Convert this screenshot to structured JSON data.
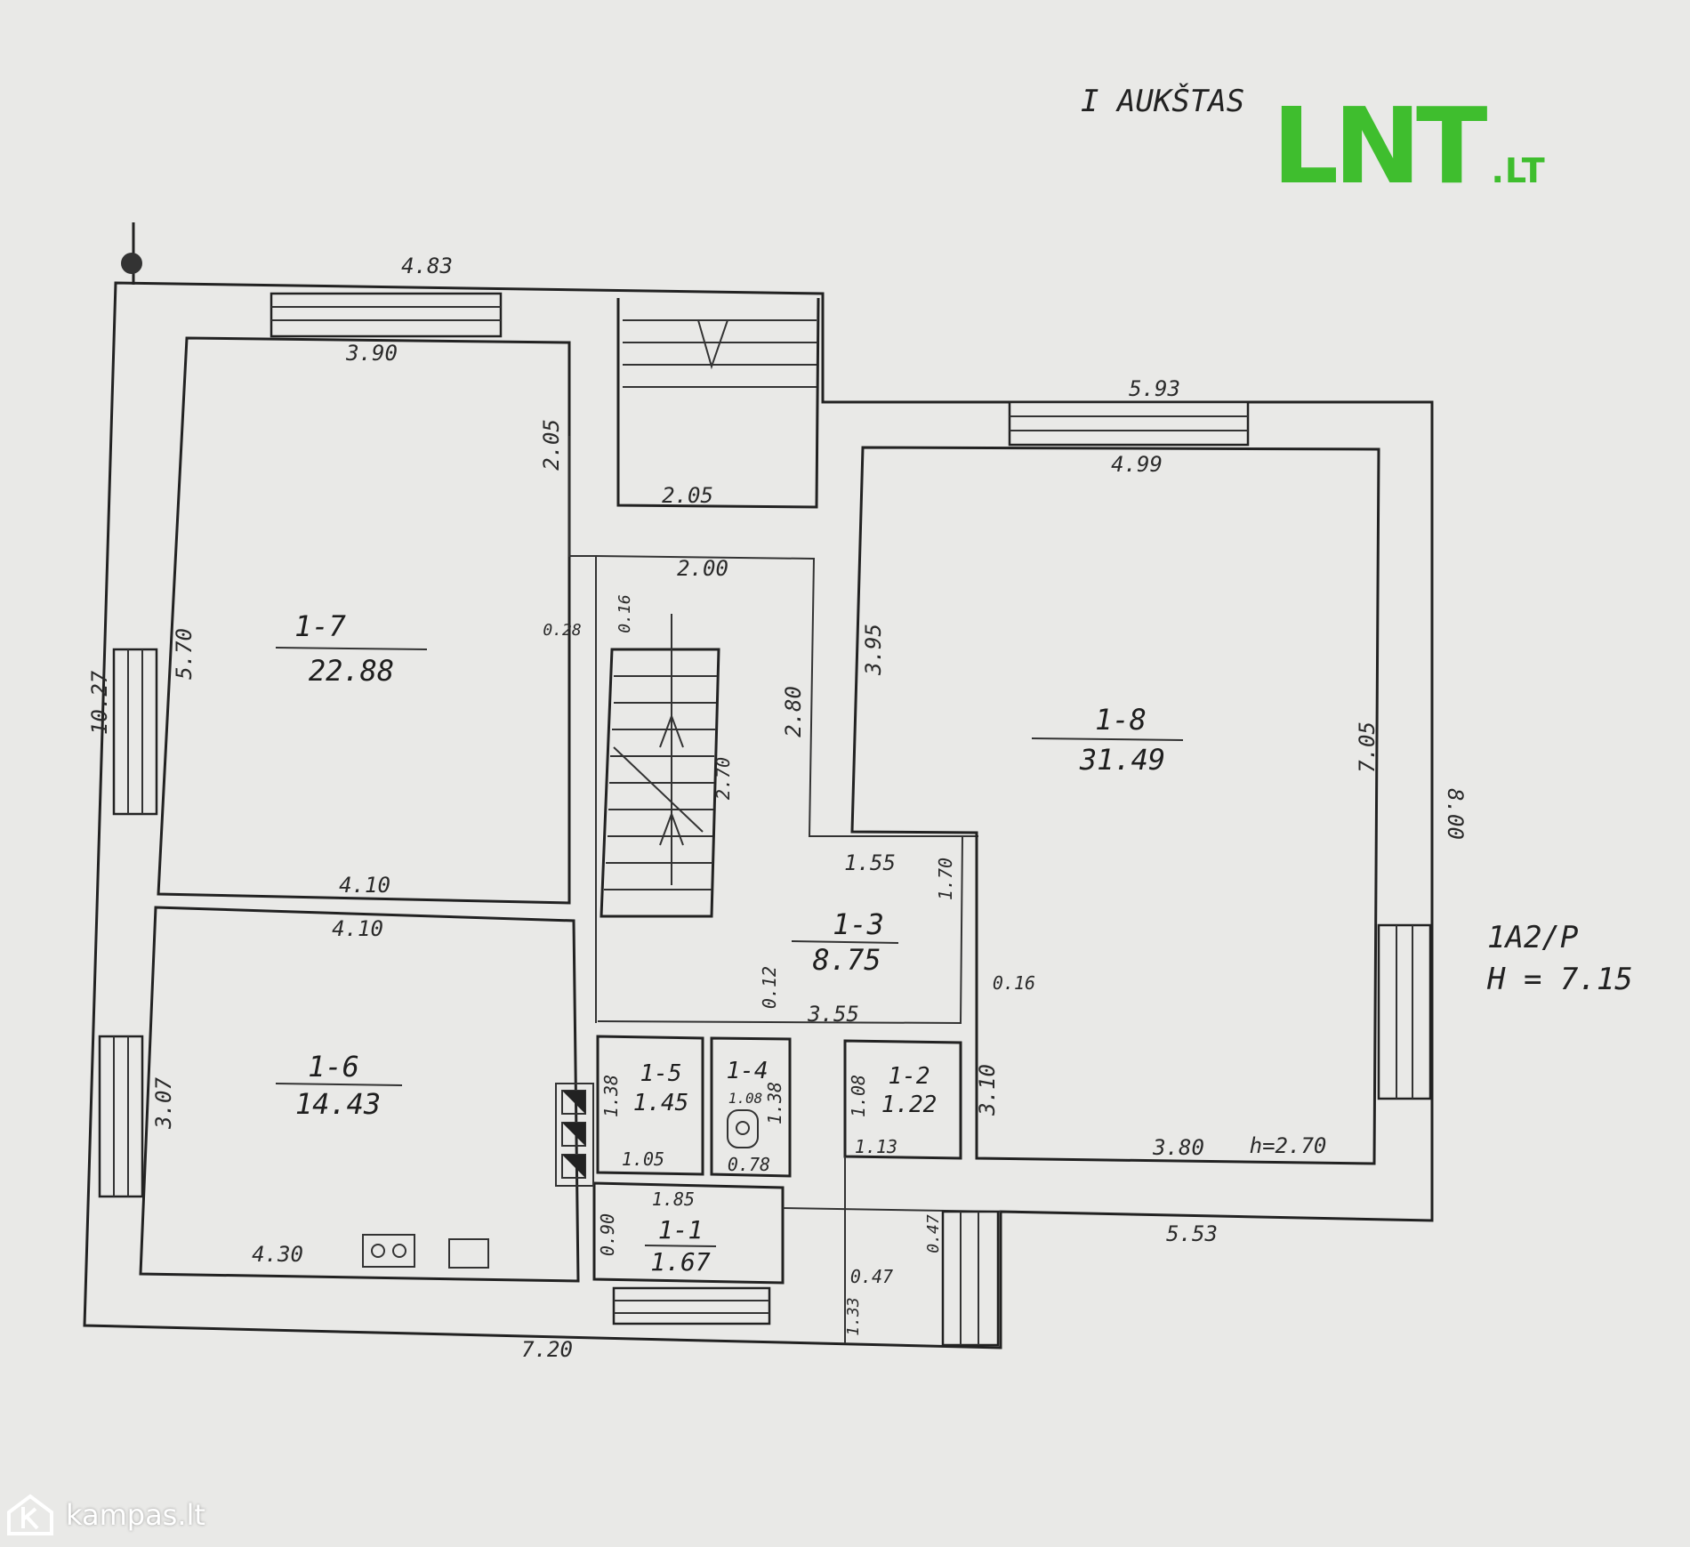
{
  "floor_label": "I AUKŠTAS",
  "building_note": {
    "line1": "1A2/P",
    "line2": "H = 7.15"
  },
  "watermarks": {
    "lnt": {
      "text": "LNT",
      "suffix": ".LT",
      "color": "#3fbe2e"
    },
    "kampas": {
      "text": "kampas.lt",
      "icon": "house-k-icon"
    }
  },
  "rooms": [
    {
      "id": "1-1",
      "area": "1.67"
    },
    {
      "id": "1-2",
      "area": "1.22"
    },
    {
      "id": "1-3",
      "area": "8.75"
    },
    {
      "id": "1-4",
      "area": ""
    },
    {
      "id": "1-5",
      "area": "1.45"
    },
    {
      "id": "1-6",
      "area": "14.43"
    },
    {
      "id": "1-7",
      "area": "22.88"
    },
    {
      "id": "1-8",
      "area": "31.49"
    }
  ],
  "dimensions": [
    "4.83",
    "3.90",
    "2.05",
    "2.05",
    "2.00",
    "5.93",
    "4.99",
    "3.95",
    "7.05",
    "8.00",
    "10.27",
    "5.70",
    "0.28",
    "0.16",
    "2.80",
    "2.70",
    "1.55",
    "1.70",
    "4.10",
    "4.10",
    "0.12",
    "3.55",
    "0.16",
    "3.07",
    "1.38",
    "1.05",
    "1.08",
    "1.38",
    "0.78",
    "1.08",
    "1.13",
    "3.10",
    "3.80",
    "h=2.70",
    "5.53",
    "0.90",
    "1.85",
    "0.47",
    "0.47",
    "1.33",
    "4.30",
    "7.20"
  ]
}
